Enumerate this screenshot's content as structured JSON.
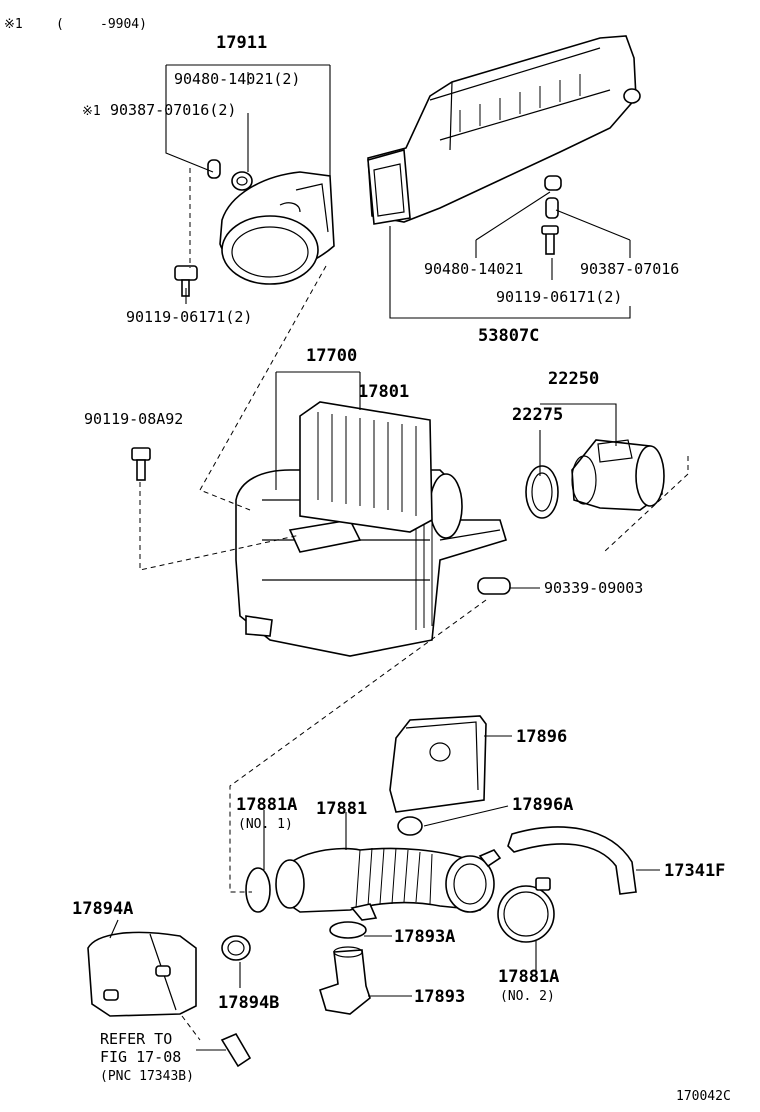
{
  "note": {
    "mark": "※1",
    "paren_open": "(",
    "range": "-9904)"
  },
  "labels": {
    "p17911": "17911",
    "p90480_2": "90480-14021(2)",
    "p90387_2_mark": "※1",
    "p90387_2": "90387-07016(2)",
    "p90119_06171_2_left": "90119-06171(2)",
    "p90480": "90480-14021",
    "p90387": "90387-07016",
    "p90119_06171_2_right": "90119-06171(2)",
    "p53807C": "53807C",
    "p17700": "17700",
    "p17801": "17801",
    "p90119_08A92": "90119-08A92",
    "p22250": "22250",
    "p22275": "22275",
    "p90339": "90339-09003",
    "p17896": "17896",
    "p17881A_1": "17881A",
    "p17881A_1_sub": "(NO. 1)",
    "p17881": "17881",
    "p17896A": "17896A",
    "p17341F": "17341F",
    "p17894A": "17894A",
    "p17893A": "17893A",
    "p17894B": "17894B",
    "p17893": "17893",
    "p17881A_2": "17881A",
    "p17881A_2_sub": "(NO. 2)",
    "refer_line1": "REFER TO",
    "refer_line2": "FIG 17-08",
    "refer_line3": "(PNC 17343B)",
    "figure_code": "170042C"
  }
}
